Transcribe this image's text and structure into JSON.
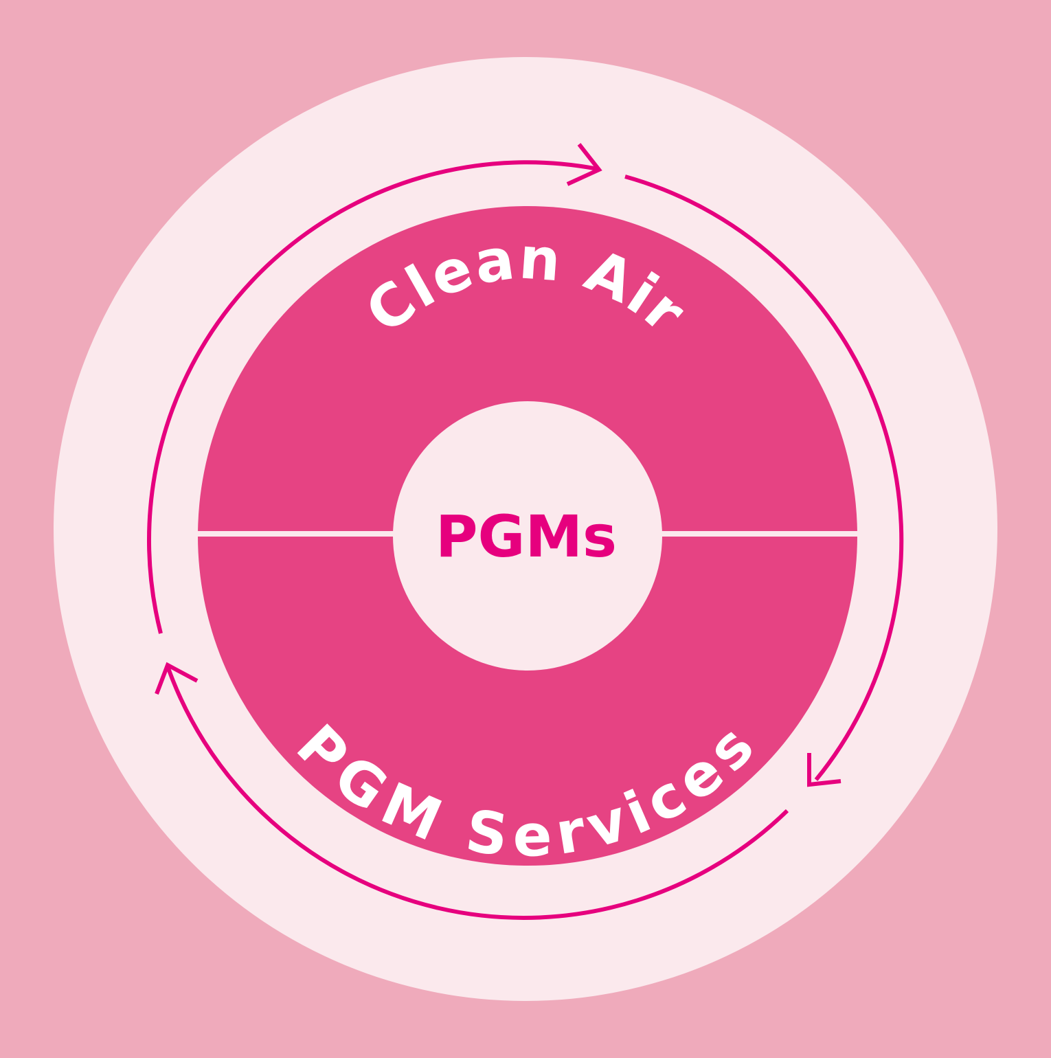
{
  "diagram": {
    "center_label": "PGMs",
    "top_segment_label": "Clean Air",
    "bottom_segment_label": "PGM Services",
    "cycle_direction": "clockwise",
    "colors": {
      "background": "#efaabb",
      "outer_disc": "#fbe9ed",
      "ring": "#e64383",
      "arrow": "#e6007e",
      "center_text": "#e6007e",
      "segment_text": "#ffffff",
      "divider": "#fbe9ed"
    }
  }
}
